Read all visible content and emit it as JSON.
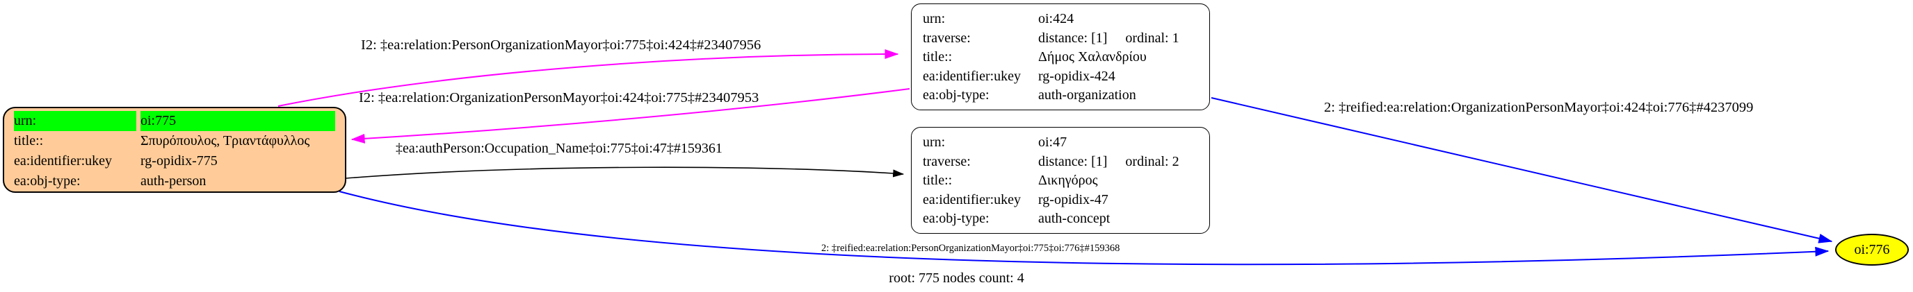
{
  "caption": "root: 775 nodes count: 4",
  "colors": {
    "person_fill": "#FFCC99",
    "highlight_green": "#00FF00",
    "record_fill": "#FFFFFF",
    "reified_fill": "#FFFF00",
    "magenta_edge": "#FF00FF",
    "black_edge": "#000000",
    "blue_edge": "#0000FF"
  },
  "nodes": {
    "person": {
      "fill": "#FFCC99",
      "highlight": "#00FF00",
      "rows": [
        {
          "label": "urn:",
          "value": "oi:775"
        },
        {
          "label": "title::",
          "value": "Σπυρόπουλος, Τριαντάφυλλος"
        },
        {
          "label": "ea:identifier:ukey",
          "value": "rg-opidix-775"
        },
        {
          "label": "ea:obj-type:",
          "value": "auth-person"
        }
      ]
    },
    "organization": {
      "fill": "#FFFFFF",
      "rows": [
        {
          "label": "urn:",
          "value": "oi:424"
        },
        {
          "label": "traverse:",
          "value": "distance: [1]",
          "value2": "ordinal: 1"
        },
        {
          "label": "title::",
          "value": "Δήμος Χαλανδρίου"
        },
        {
          "label": "ea:identifier:ukey",
          "value": "rg-opidix-424"
        },
        {
          "label": "ea:obj-type:",
          "value": "auth-organization"
        }
      ]
    },
    "concept": {
      "fill": "#FFFFFF",
      "rows": [
        {
          "label": "urn:",
          "value": "oi:47"
        },
        {
          "label": "traverse:",
          "value": "distance: [1]",
          "value2": "ordinal: 2"
        },
        {
          "label": "title::",
          "value": "Δικηγόρος"
        },
        {
          "label": "ea:identifier:ukey",
          "value": "rg-opidix-47"
        },
        {
          "label": "ea:obj-type:",
          "value": "auth-concept"
        }
      ]
    },
    "reified": {
      "fill": "#FFFF00",
      "label": "oi:776"
    }
  },
  "edges": [
    {
      "label": "I2: ‡ea:relation:PersonOrganizationMayor‡oi:775‡oi:424‡#23407956",
      "color": "#FF00FF"
    },
    {
      "label": "I2: ‡ea:relation:OrganizationPersonMayor‡oi:424‡oi:775‡#23407953",
      "color": "#FF00FF"
    },
    {
      "label": "‡ea:authPerson:Occupation_Name‡oi:775‡oi:47‡#159361",
      "color": "#000000"
    },
    {
      "label": "2: ‡reified:ea:relation:OrganizationPersonMayor‡oi:424‡oi:776‡#4237099",
      "color": "#0000FF"
    },
    {
      "label": "2: ‡reified:ea:relation:PersonOrganizationMayor‡oi:775‡oi:776‡#159368",
      "color": "#0000FF"
    }
  ]
}
